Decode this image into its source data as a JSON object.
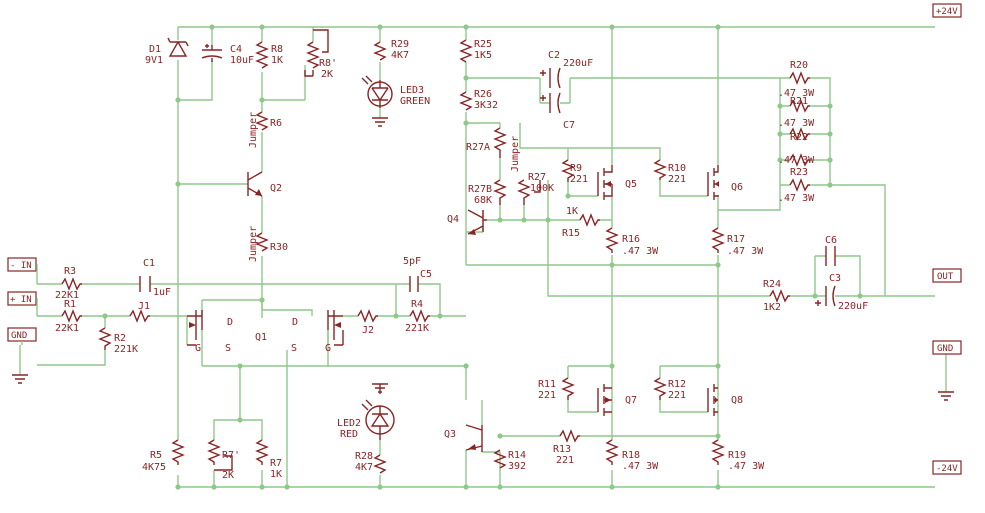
{
  "ports": {
    "p24": "+24V",
    "n24": "-24V",
    "out": "OUT",
    "gnd_r": "GND",
    "gnd_l": "GND",
    "in_neg": "- IN",
    "in_pos": "+ IN"
  },
  "labels": {
    "d1": "D1",
    "d1v": "9V1",
    "c4": "C4",
    "c4v": "10uF",
    "r8": "R8",
    "r8v": "1K",
    "r8p": "R8'",
    "r8pv": "2K",
    "r29": "R29",
    "r29v": "4K7",
    "led3": "LED3",
    "led3c": "GREEN",
    "r25": "R25",
    "r25v": "1K5",
    "c2": "C2",
    "c2v": "220uF",
    "r26": "R26",
    "r26v": "3K32",
    "c7": "C7",
    "r20": "R20",
    "r20v": ".47 3W",
    "r21": "R21",
    "r21v": ".47 3W",
    "r22": "R22",
    "r22v": ".47 3W",
    "r23": "R23",
    "r23v": ".47 3W",
    "r6": "R6",
    "jumper1": "Jumper",
    "q2": "Q2",
    "r27a": "R27A",
    "jumper2": "Jumper",
    "r9": "R9",
    "r9v": "221",
    "q5": "Q5",
    "r10": "R10",
    "r10v": "221",
    "q6": "Q6",
    "r27": "R27",
    "r27v": "100K",
    "r27b": "R27B",
    "r27bv": "68K",
    "r15v": "1K",
    "r15": "R15",
    "q4": "Q4",
    "r16": "R16",
    "r16v": ".47 3W",
    "r17": "R17",
    "r17v": ".47 3W",
    "jumper3": "Jumper",
    "r30": "R30",
    "c6": "C6",
    "c3": "C3",
    "c3v": "220uF",
    "c5v": "5pF",
    "c5": "C5",
    "r3": "R3",
    "r3v": "22K1",
    "c1": "C1",
    "c1v": "1uF",
    "r24": "R24",
    "r24v": "1K2",
    "r1": "R1",
    "r1v": "22K1",
    "j1": "J1",
    "r4": "R4",
    "r4v": "221K",
    "r2": "R2",
    "r2v": "221K",
    "d_left": "D",
    "d_right": "D",
    "g_left": "G",
    "s_left": "S",
    "q1": "Q1",
    "s_right": "S",
    "g_right": "G",
    "j2": "J2",
    "r11": "R11",
    "r11v": "221",
    "q7": "Q7",
    "r12": "R12",
    "r12v": "221",
    "q8": "Q8",
    "led2": "LED2",
    "led2c": "RED",
    "q3": "Q3",
    "r13": "R13",
    "r13v": "221",
    "r5": "R5",
    "r5v": "4K75",
    "r7p": "R7'",
    "r7pv": "2K",
    "r7": "R7",
    "r7v": "1K",
    "r28": "R28",
    "r28v": "4K7",
    "r14": "R14",
    "r14v": "392",
    "r18": "R18",
    "r18v": ".47 3W",
    "r19": "R19",
    "r19v": ".47 3W"
  },
  "colors": {
    "wire": "#8ec98a",
    "component": "#8a2424"
  }
}
